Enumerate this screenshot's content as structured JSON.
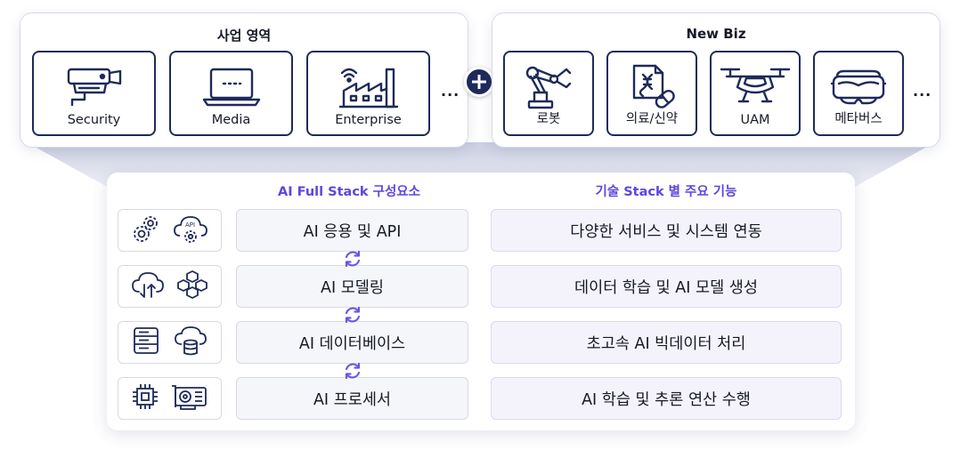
{
  "business_areas": {
    "title": "사업 영역",
    "items": [
      {
        "label": "Security",
        "icon": "cctv-camera-icon"
      },
      {
        "label": "Media",
        "icon": "laptop-icon"
      },
      {
        "label": "Enterprise",
        "icon": "smart-factory-icon"
      }
    ],
    "more": "..."
  },
  "new_biz": {
    "title": "New Biz",
    "items": [
      {
        "label": "로봇",
        "icon": "robot-arm-icon"
      },
      {
        "label": "의료/신약",
        "icon": "dna-pill-icon"
      },
      {
        "label": "UAM",
        "icon": "air-taxi-drone-icon"
      },
      {
        "label": "메타버스",
        "icon": "vr-headset-icon"
      }
    ],
    "more": "..."
  },
  "stack": {
    "left_title": "AI Full Stack 구성요소",
    "right_title": "기술 Stack 별 주요 기능",
    "rows": [
      {
        "component": "AI 응용 및 API",
        "function": "다양한 서비스 및 시스템 연동",
        "icons": [
          "gears-icon",
          "api-cloud-icon"
        ]
      },
      {
        "component": "AI 모델링",
        "function": "데이터 학습 및 AI 모델 생성",
        "icons": [
          "cloud-sync-icon",
          "cubes-network-icon"
        ]
      },
      {
        "component": "AI 데이터베이스",
        "function": "초고속 AI 빅데이터 처리",
        "icons": [
          "server-rack-icon",
          "cloud-database-icon"
        ]
      },
      {
        "component": "AI 프로세서",
        "function": "AI 학습 및 추론 연산 수행",
        "icons": [
          "cpu-chip-icon",
          "gpu-card-icon"
        ]
      }
    ]
  },
  "colors": {
    "navy": "#1e2a5a",
    "accent_purple": "#5b47e0",
    "cycle_purple": "#6a55e6"
  }
}
